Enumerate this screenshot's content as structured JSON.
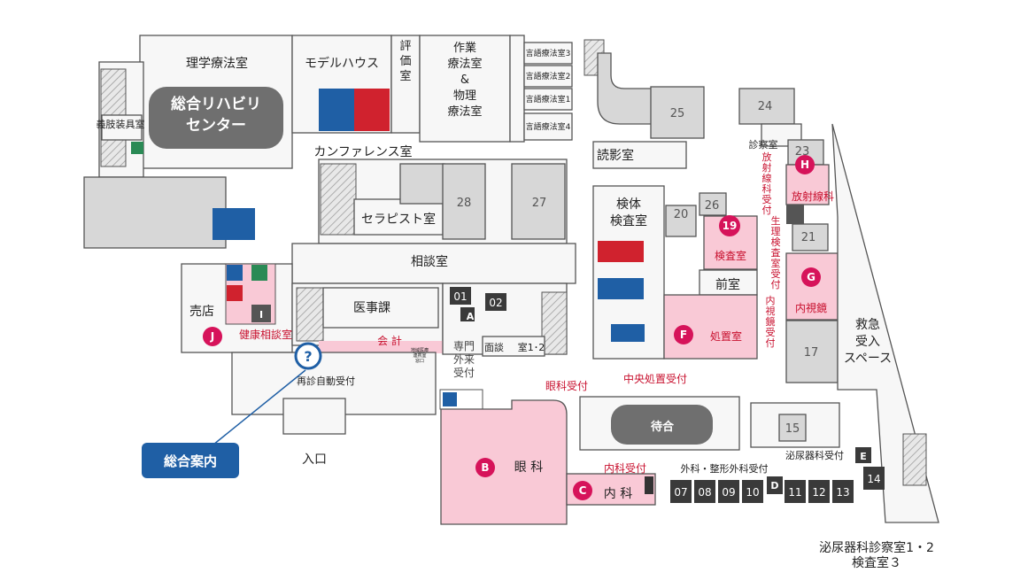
{
  "rooms": {
    "rehab_center": "総合リハビリ\nセンター",
    "physical_therapy": "理学療法室",
    "model_house": "モデルハウス",
    "evaluation": "評\n価\n室",
    "occupational": "作業\n療法室\n&\n物理\n療法室",
    "speech3": "言語療法室3",
    "speech2": "言語療法室2",
    "speech1": "言語療法室1",
    "speech4": "言語療法室4",
    "prosthetics": "義肢装具室",
    "conference": "カンファレンス室",
    "therapist": "セラピスト室",
    "consultation": "相談室",
    "medical_affairs": "医事課",
    "shop": "売店",
    "health_consult": "健康相談室",
    "reading": "読影室",
    "specimen_lab": "検体\n検査室",
    "exam_room": "診察室",
    "lab_19": "検査室",
    "anteroom": "前室",
    "treatment_f": "処置室",
    "radiology": "放射線科",
    "endoscopy": "内視鏡",
    "emergency": "救急\n受入\nスペース",
    "waiting": "待合",
    "ophthalmology": "眼 科",
    "internal": "内 科",
    "interview": "面談",
    "room_12": "室1･2"
  },
  "labels": {
    "accounting": "会 計",
    "revisit_reception": "再診自動受付",
    "entrance": "入口",
    "specialty_reception": "専門\n外来\n受付",
    "eye_reception": "眼科受付",
    "central_treatment": "中央処置受付",
    "internal_reception": "内科受付",
    "surgery_reception": "外科・整形外科受付",
    "urology_reception": "泌尿器科受付",
    "radiology_reception": "放\n射\n線\n科\n受\n付",
    "physio_reception": "生\n理\n検\n査\n室\n受\n付",
    "endoscopy_reception": "内\n視\n鏡\n受\n付",
    "general_info": "総合案内",
    "regional": "地域医療\n連携室\n窓口",
    "urology_rooms_line1": "泌尿器科診察室1・2",
    "urology_rooms_line2": "検査室３"
  },
  "room_numbers": [
    "01",
    "02",
    "07",
    "08",
    "09",
    "10",
    "11",
    "12",
    "13",
    "14",
    "15",
    "17",
    "20",
    "21",
    "23",
    "24",
    "25",
    "26",
    "27",
    "28",
    "19"
  ],
  "letters": [
    "A",
    "B",
    "C",
    "D",
    "E",
    "F",
    "G",
    "H",
    "I",
    "J"
  ],
  "colors": {
    "pink_area": "#f9c9d6",
    "badge": "#d6135a",
    "info_blue": "#1f5fa5",
    "dark_gray": "#8c8c8c",
    "reception_red": "#c8102e"
  }
}
